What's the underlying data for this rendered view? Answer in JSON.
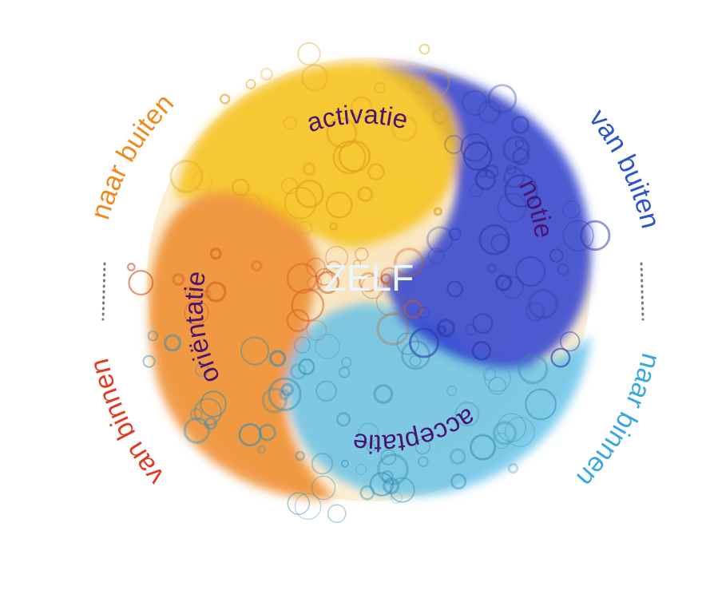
{
  "center_label": "ZELF",
  "quadrants": [
    {
      "label": "activatie",
      "color": "#f6c21a"
    },
    {
      "label": "notie",
      "color": "#2f3fd0"
    },
    {
      "label": "acceptatie",
      "color": "#5fbfe8"
    },
    {
      "label": "oriëntatie",
      "color": "#ef8a2a"
    }
  ],
  "outer_labels": [
    {
      "label": "naar buiten",
      "color": "#f08a1c"
    },
    {
      "label": "van buiten",
      "color": "#2a56c8"
    },
    {
      "label": "naar binnen",
      "color": "#3aa8df"
    },
    {
      "label": "van binnen",
      "color": "#e23a22"
    }
  ]
}
